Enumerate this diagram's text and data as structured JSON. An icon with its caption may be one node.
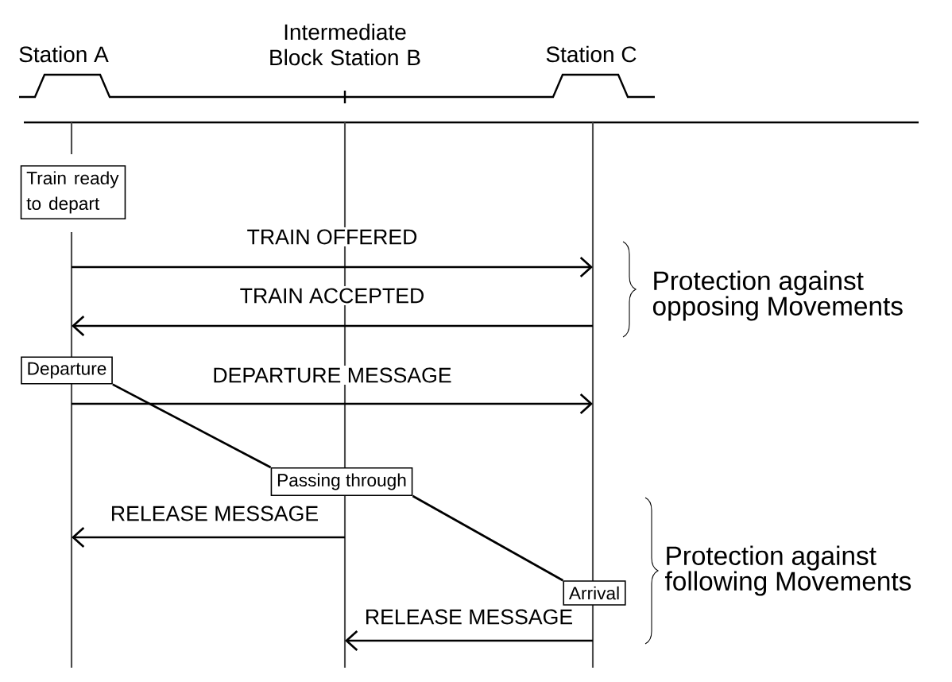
{
  "diagram": {
    "nodes": [
      {
        "text": [],
        "shape": "bar"
      },
      {
        "text": [],
        "shape": "bar"
      },
      {
        "text": [],
        "shape": "bar"
      },
      {
        "text": [
          "Train ready to depart"
        ]
      },
      {
        "text": [
          "Departure"
        ]
      },
      {
        "text": [
          "Passing through"
        ]
      },
      {
        "text": [
          "Arrival"
        ]
      }
    ],
    "edges": [
      {
        "from": 0,
        "to": 2,
        "arrow": "to",
        "label": "TRAIN OFFERED"
      },
      {
        "from": 2,
        "to": 0,
        "arrow": "to",
        "label": "TRAIN ACCEPTED"
      },
      {
        "from": 0,
        "to": 2,
        "arrow": "to",
        "label": "DEPARTURE MESSAGE"
      },
      {
        "from": 4,
        "to": 5,
        "arrow": "none"
      },
      {
        "from": 1,
        "to": 0,
        "arrow": "to",
        "label": "RELEASE MESSAGE"
      },
      {
        "from": 5,
        "to": 6,
        "arrow": "none"
      },
      {
        "from": 2,
        "to": 1,
        "arrow": "to",
        "label": "RELEASE MESSAGE"
      }
    ],
    "labels": [
      "Station A",
      "Intermediate Block Station B",
      "Station C",
      "Protection against opposing Movements",
      "Protection against following Movements"
    ]
  }
}
